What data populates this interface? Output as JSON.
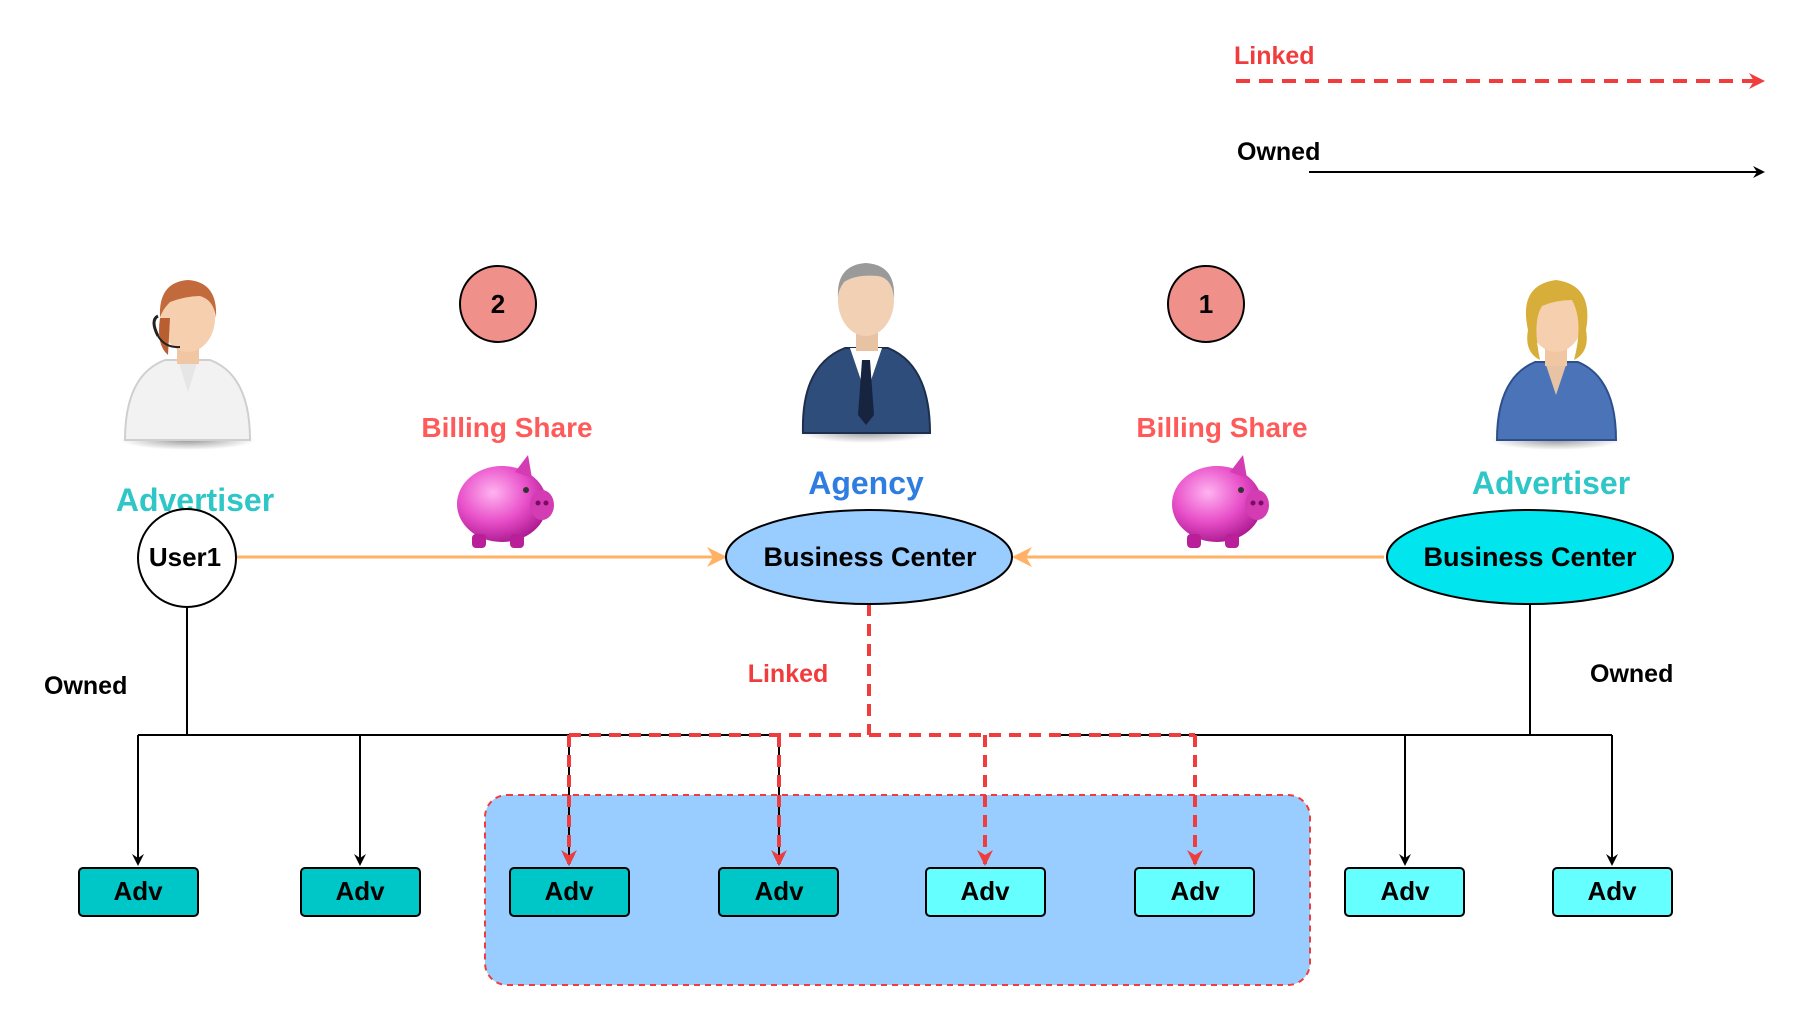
{
  "legend": {
    "linked_label": "Linked",
    "owned_label": "Owned"
  },
  "left_advertiser": {
    "role_label": "Advertiser",
    "node_label": "User1",
    "edge_label": "Owned"
  },
  "agency": {
    "role_label": "Agency",
    "node_label": "Business Center",
    "edge_label": "Linked"
  },
  "right_advertiser": {
    "role_label": "Advertiser",
    "node_label": "Business Center",
    "edge_label": "Owned"
  },
  "billing": [
    {
      "step": "2",
      "label": "Billing Share"
    },
    {
      "step": "1",
      "label": "Billing Share"
    }
  ],
  "adv_label": "Adv",
  "colors": {
    "linked": "#f03c3c",
    "owned": "#000000",
    "billing_arrow": "#ffb266",
    "adv_owned_fill": "#00c7c7",
    "adv_linked_fill": "#66ffff",
    "agency_fill": "#99ccff",
    "advertiser_bc_fill": "#00e5ee",
    "advertiser_text": "#2ec6c6",
    "agency_text": "#2f7de1",
    "billing_text": "#ff5a5a",
    "step_circle": "#f0908a"
  }
}
